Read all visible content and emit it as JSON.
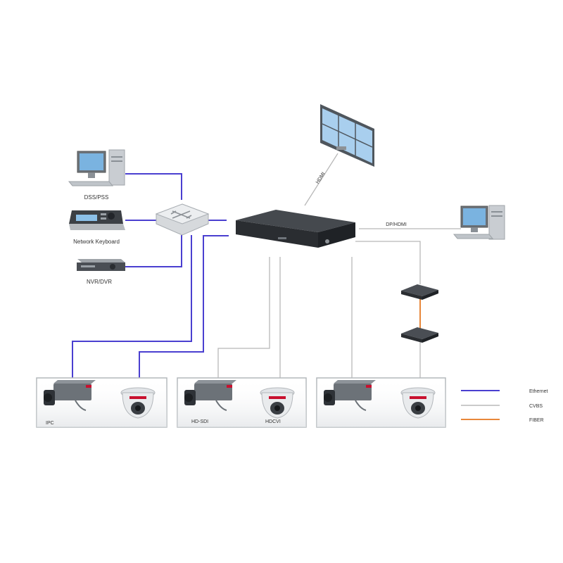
{
  "labels": {
    "dss_pss": "DSS/PSS",
    "network_keyboard": "Network Keyboard",
    "nvr_dvr": "NVR/DVR",
    "hdmi": "HDMI",
    "dp_hdmi": "DP/HDMI",
    "ipc": "IPC",
    "hd_sdi": "HD-SDI",
    "hdcvi": "HDCVI"
  },
  "legend": {
    "ethernet": "Ethernet",
    "cvbs": "CVBS",
    "fiber": "FIBER"
  },
  "colors": {
    "ethernet": "#4a3fd0",
    "cvbs": "#b8b8b8",
    "fiber": "#e8873a"
  }
}
